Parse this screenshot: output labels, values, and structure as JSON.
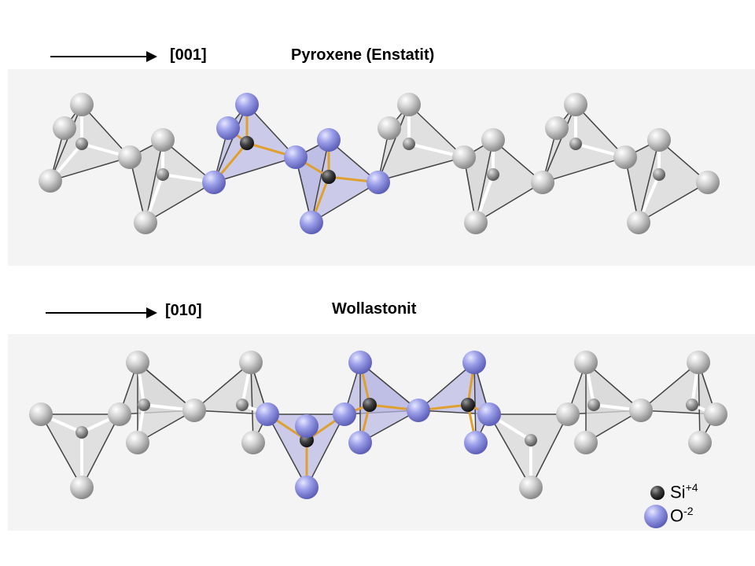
{
  "top_panel": {
    "direction_label": "[001]",
    "title": "Pyroxene (Enstatit)"
  },
  "bottom_panel": {
    "direction_label": "[010]",
    "title": "Wollastonit"
  },
  "legend": {
    "si_symbol": "Si",
    "si_charge": "+4",
    "o_symbol": "O",
    "o_charge": "-2"
  },
  "colors": {
    "silicon": "#3a3a3a",
    "oxygen_highlight": "#9b9ee8",
    "oxygen_grey": "#c8c8c8",
    "bond_highlight": "#e0a030",
    "tetra_fill_grey": "#d9d9d9",
    "tetra_fill_blue": "#b9b9e4"
  }
}
